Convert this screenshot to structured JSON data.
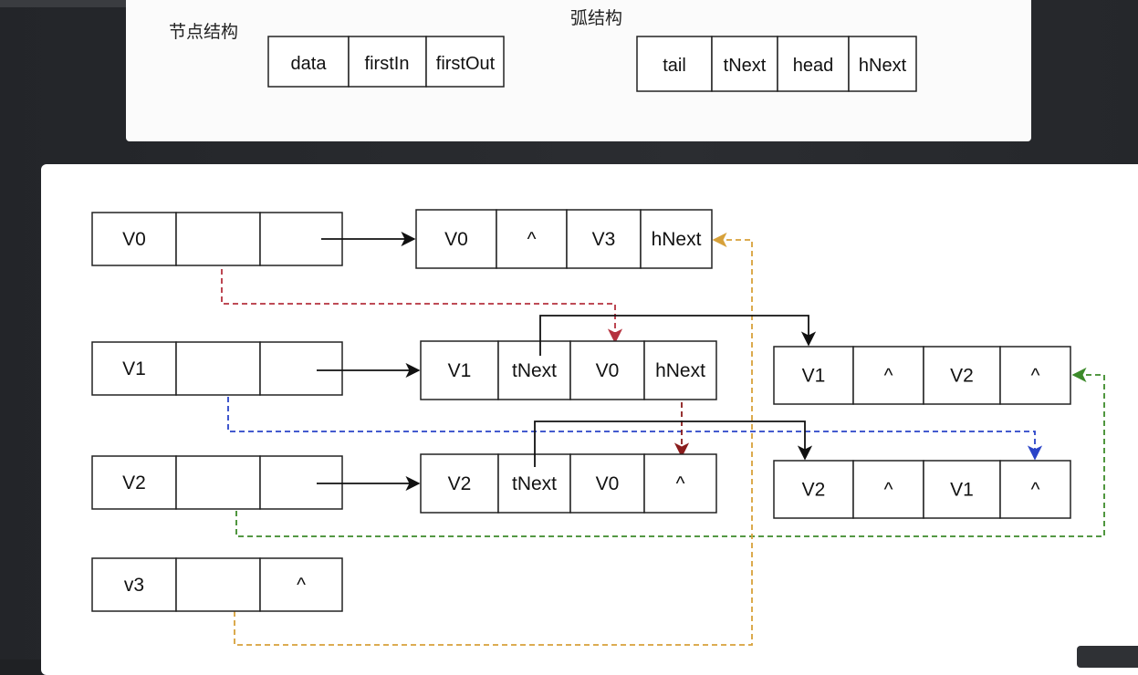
{
  "legend": {
    "node_title": "节点结构",
    "node_fields": [
      "data",
      "firstIn",
      "firstOut"
    ],
    "arc_title": "弧结构",
    "arc_fields": [
      "tail",
      "tNext",
      "head",
      "hNext"
    ]
  },
  "vertex_nodes": [
    {
      "id": "v0",
      "cells": [
        "V0",
        "",
        ""
      ]
    },
    {
      "id": "v1",
      "cells": [
        "V1",
        "",
        ""
      ]
    },
    {
      "id": "v2",
      "cells": [
        "V2",
        "",
        ""
      ]
    },
    {
      "id": "v3",
      "cells": [
        "v3",
        "",
        "^"
      ]
    }
  ],
  "arc_nodes": [
    {
      "id": "arc-v0-v3",
      "cells": [
        "V0",
        "^",
        "V3",
        "hNext"
      ]
    },
    {
      "id": "arc-v1-v0",
      "cells": [
        "V1",
        "tNext",
        "V0",
        "hNext"
      ]
    },
    {
      "id": "arc-v2-v0",
      "cells": [
        "V2",
        "tNext",
        "V0",
        "^"
      ]
    },
    {
      "id": "arc-v1-v2",
      "cells": [
        "V1",
        "^",
        "V2",
        "^"
      ]
    },
    {
      "id": "arc-v2-v1",
      "cells": [
        "V2",
        "^",
        "V1",
        "^"
      ]
    }
  ],
  "colors": {
    "panel": "#ffffff",
    "background": "#232529",
    "solid_arrow": "#111111",
    "v0_firstin": "#b5323f",
    "v1_firstin": "#2a44c8",
    "v2_firstin": "#3c8a2a",
    "v3_firstin": "#d7a13a",
    "hnext_link": "#8a1c1c"
  }
}
